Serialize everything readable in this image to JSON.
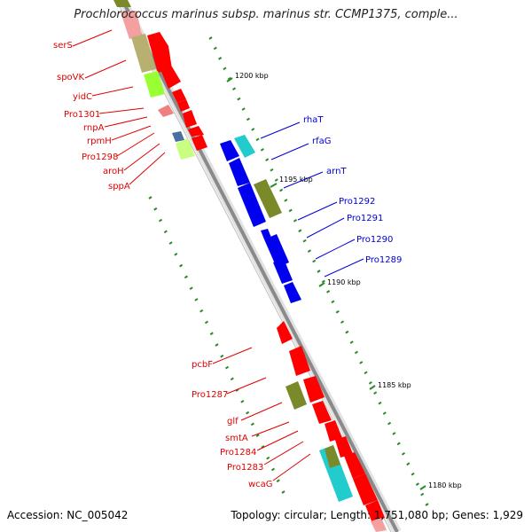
{
  "title": "Prochlorococcus marinus subsp. marinus str. CCMP1375, comple...",
  "footer": {
    "accession": "Accession: NC_005042",
    "topology": "Topology: circular; Length: 1,751,080 bp; Genes: 1,929"
  },
  "colors": {
    "gene_red": "#ff0000",
    "gene_blue": "#0000ee",
    "gene_olive": "#7a8a2a",
    "gene_lime": "#99ff33",
    "gene_cyan": "#22cccc",
    "label_red": "#e00000",
    "label_blue": "#0000d0",
    "backbone": "#888888",
    "tick_green": "#2a8a2a"
  },
  "ticks": [
    {
      "label": "1200 kbp"
    },
    {
      "label": "1195 kbp"
    },
    {
      "label": "1190 kbp"
    },
    {
      "label": "1185 kbp"
    },
    {
      "label": "1180 kbp"
    }
  ],
  "labels_left": [
    {
      "text": "serS"
    },
    {
      "text": "spoVK"
    },
    {
      "text": "yidC"
    },
    {
      "text": "Pro1301"
    },
    {
      "text": "rnpA"
    },
    {
      "text": "rpmH"
    },
    {
      "text": "Pro1298"
    },
    {
      "text": "aroH"
    },
    {
      "text": "sppA"
    },
    {
      "text": "pcbF"
    },
    {
      "text": "Pro1287"
    },
    {
      "text": "glf"
    },
    {
      "text": "smtA"
    },
    {
      "text": "Pro1284"
    },
    {
      "text": "Pro1283"
    },
    {
      "text": "wcaG"
    }
  ],
  "labels_right": [
    {
      "text": "rhaT"
    },
    {
      "text": "rfaG"
    },
    {
      "text": "arnT"
    },
    {
      "text": "Pro1292"
    },
    {
      "text": "Pro1291"
    },
    {
      "text": "Pro1290"
    },
    {
      "text": "Pro1289"
    }
  ]
}
